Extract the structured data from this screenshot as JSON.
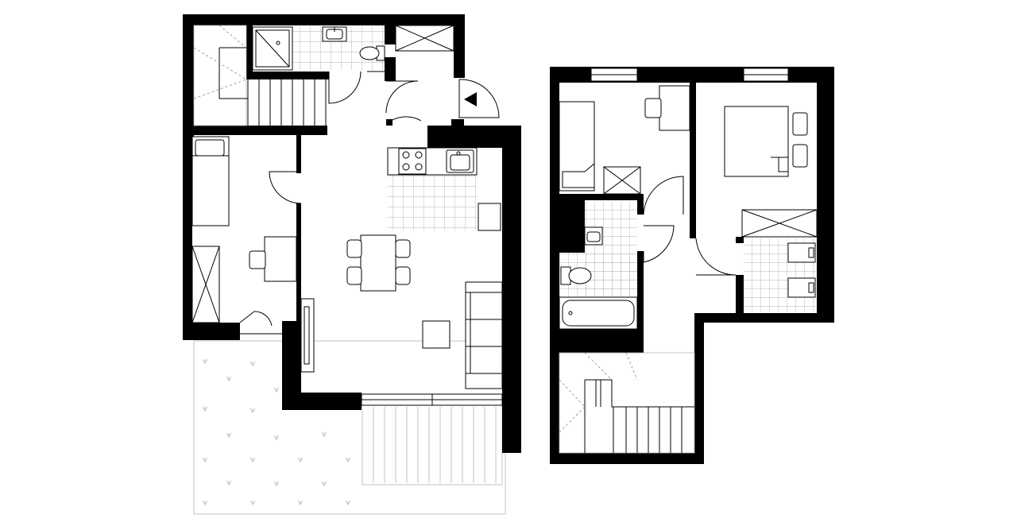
{
  "drawing": {
    "levels": [
      {
        "id": "lower-level",
        "rooms": [
          "entry-hall",
          "bathroom",
          "stair",
          "bedroom",
          "living-kitchen",
          "terrace"
        ]
      },
      {
        "id": "upper-level",
        "rooms": [
          "bedroom-small",
          "bedroom-large",
          "bathroom",
          "wardrobe",
          "stair-landing"
        ]
      }
    ],
    "colors": {
      "wall": "#000000",
      "line": "#000000",
      "tile": "#9a9a9a",
      "light": "#b5b5b5",
      "background": "#ffffff"
    },
    "icons": [
      "entry-arrow-icon",
      "toilet-icon",
      "sink-icon",
      "stove-icon",
      "shower-icon",
      "bathtub-icon",
      "bed-icon",
      "table-icon",
      "chair-icon",
      "sofa-icon",
      "washer-icon",
      "dryer-icon",
      "wardrobe-icon"
    ]
  }
}
